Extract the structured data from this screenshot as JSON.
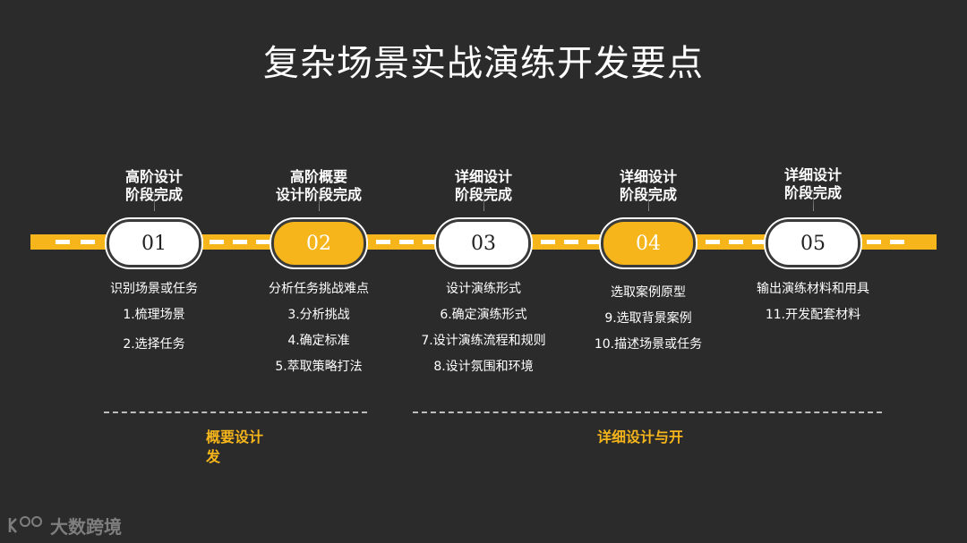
{
  "title": "复杂场景实战演练开发要点",
  "stages": [
    {
      "number": "01",
      "title_lines": [
        "高阶设计",
        "阶段完成"
      ],
      "highlight": false,
      "items": [
        "识别场景或任务",
        "1.梳理场景",
        "2.选择任务"
      ]
    },
    {
      "number": "02",
      "title_lines": [
        "高阶概要",
        "设计阶段完成"
      ],
      "highlight": true,
      "items": [
        "分析任务挑战难点",
        "3.分析挑战",
        "4.确定标准",
        "5.萃取策略打法"
      ]
    },
    {
      "number": "03",
      "title_lines": [
        "详细设计",
        "阶段完成"
      ],
      "highlight": false,
      "items": [
        "设计演练形式",
        "6.确定演练形式",
        "7.设计演练流程和规则",
        "8.设计氛围和环境"
      ]
    },
    {
      "number": "04",
      "title_lines": [
        "详细设计",
        "阶段完成"
      ],
      "highlight": true,
      "items": [
        "选取案例原型",
        "9.选取背景案例",
        "10.描述场景或任务"
      ]
    },
    {
      "number": "05",
      "title_lines": [
        "详细设计",
        "阶段完成"
      ],
      "highlight": false,
      "items": [
        "输出演练材料和用具",
        "11.开发配套材料"
      ]
    }
  ],
  "groups": {
    "left": "概要设计发",
    "right": "详细设计与开"
  },
  "logo": {
    "text": "大数跨境",
    "icon": "kbo-logo-icon"
  },
  "colors": {
    "accent": "#f5b51b",
    "background": "#2b2b2b",
    "text": "#ffffff"
  }
}
